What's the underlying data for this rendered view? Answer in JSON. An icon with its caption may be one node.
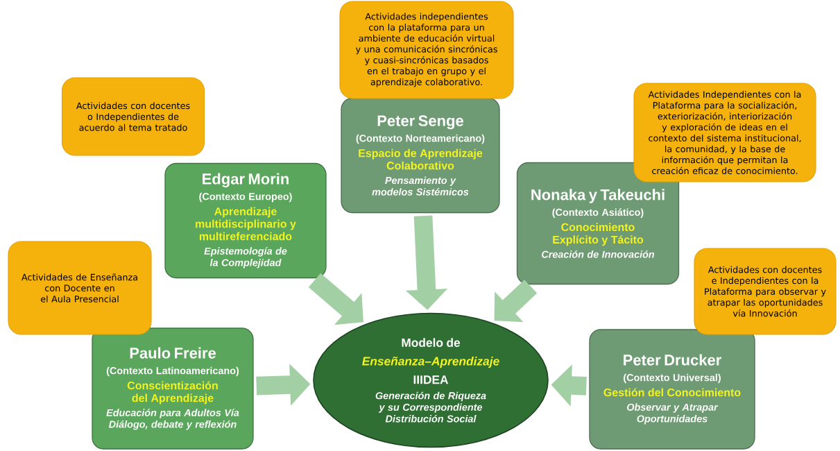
{
  "diagram": {
    "nodes": [
      {
        "text": [
          "Actividades independientes con la plataforma para un ambiente de educación virtual y una comunicación sincrónicas y cuasi-sincrónicas basados en el trabajo en grupo y el aprendizaje colaborativo."
        ]
      },
      {
        "text": [
          "Actividades con docentes o Independientes de acuerdo al tema tratado"
        ]
      },
      {
        "text": [
          "Peter Senge",
          "(Contexto Norteamericano)",
          "Espacio de Aprendizaje Colaborativo",
          "Pensamiento y modelos Sistémicos"
        ]
      },
      {
        "text": [
          "Actividades Independientes con la Plataforma para la socialización, exteriorización, interiorización y exploración de ideas en el contexto del sistema institucional, la comunidad, y la base de información que permitan la creación eficaz de conocimiento."
        ]
      },
      {
        "text": [
          "Edgar Morin",
          "(Contexto Europeo)",
          "Aprendizaje multidisciplinario y multireferenciado",
          "Epistemología de la Complejidad"
        ]
      },
      {
        "text": [
          "Nonaka y Takeuchi",
          "(Contexto Asiático)",
          "Conocimiento Explícito y Tácito",
          "Creación de Innovación"
        ]
      },
      {
        "text": [
          "Actividades de Enseñanza con Docente en el Aula Presencial"
        ]
      },
      {
        "text": [
          "Actividades con docentes e Independientes con la Plataforma para observar y atrapar las oportunidades vía Innovación"
        ]
      },
      {
        "text": [
          "Paulo Freire",
          "(Contexto Latinoamericano)",
          "Conscientización del Aprendizaje",
          "Educación para Adultos Vía Diálogo, debate y reflexión"
        ]
      },
      {
        "text": [
          "Modelo de",
          "Enseñanza–Aprendizaje",
          "IIIDEA",
          "Generación de Riqueza y su Correspondiente Distribución Social"
        ]
      },
      {
        "text": [
          "Peter Drucker",
          "(Contexto Universal)",
          "Gestión del Conocimiento",
          "Observar y Atrapar Oportunidades"
        ]
      }
    ],
    "edges": [
      {
        "from": 4,
        "to": 9,
        "arrow": "to"
      },
      {
        "from": 2,
        "to": 9,
        "arrow": "to"
      },
      {
        "from": 5,
        "to": 9,
        "arrow": "to"
      },
      {
        "from": 8,
        "to": 9,
        "arrow": "to"
      },
      {
        "from": 10,
        "to": 9,
        "arrow": "to"
      }
    ]
  }
}
